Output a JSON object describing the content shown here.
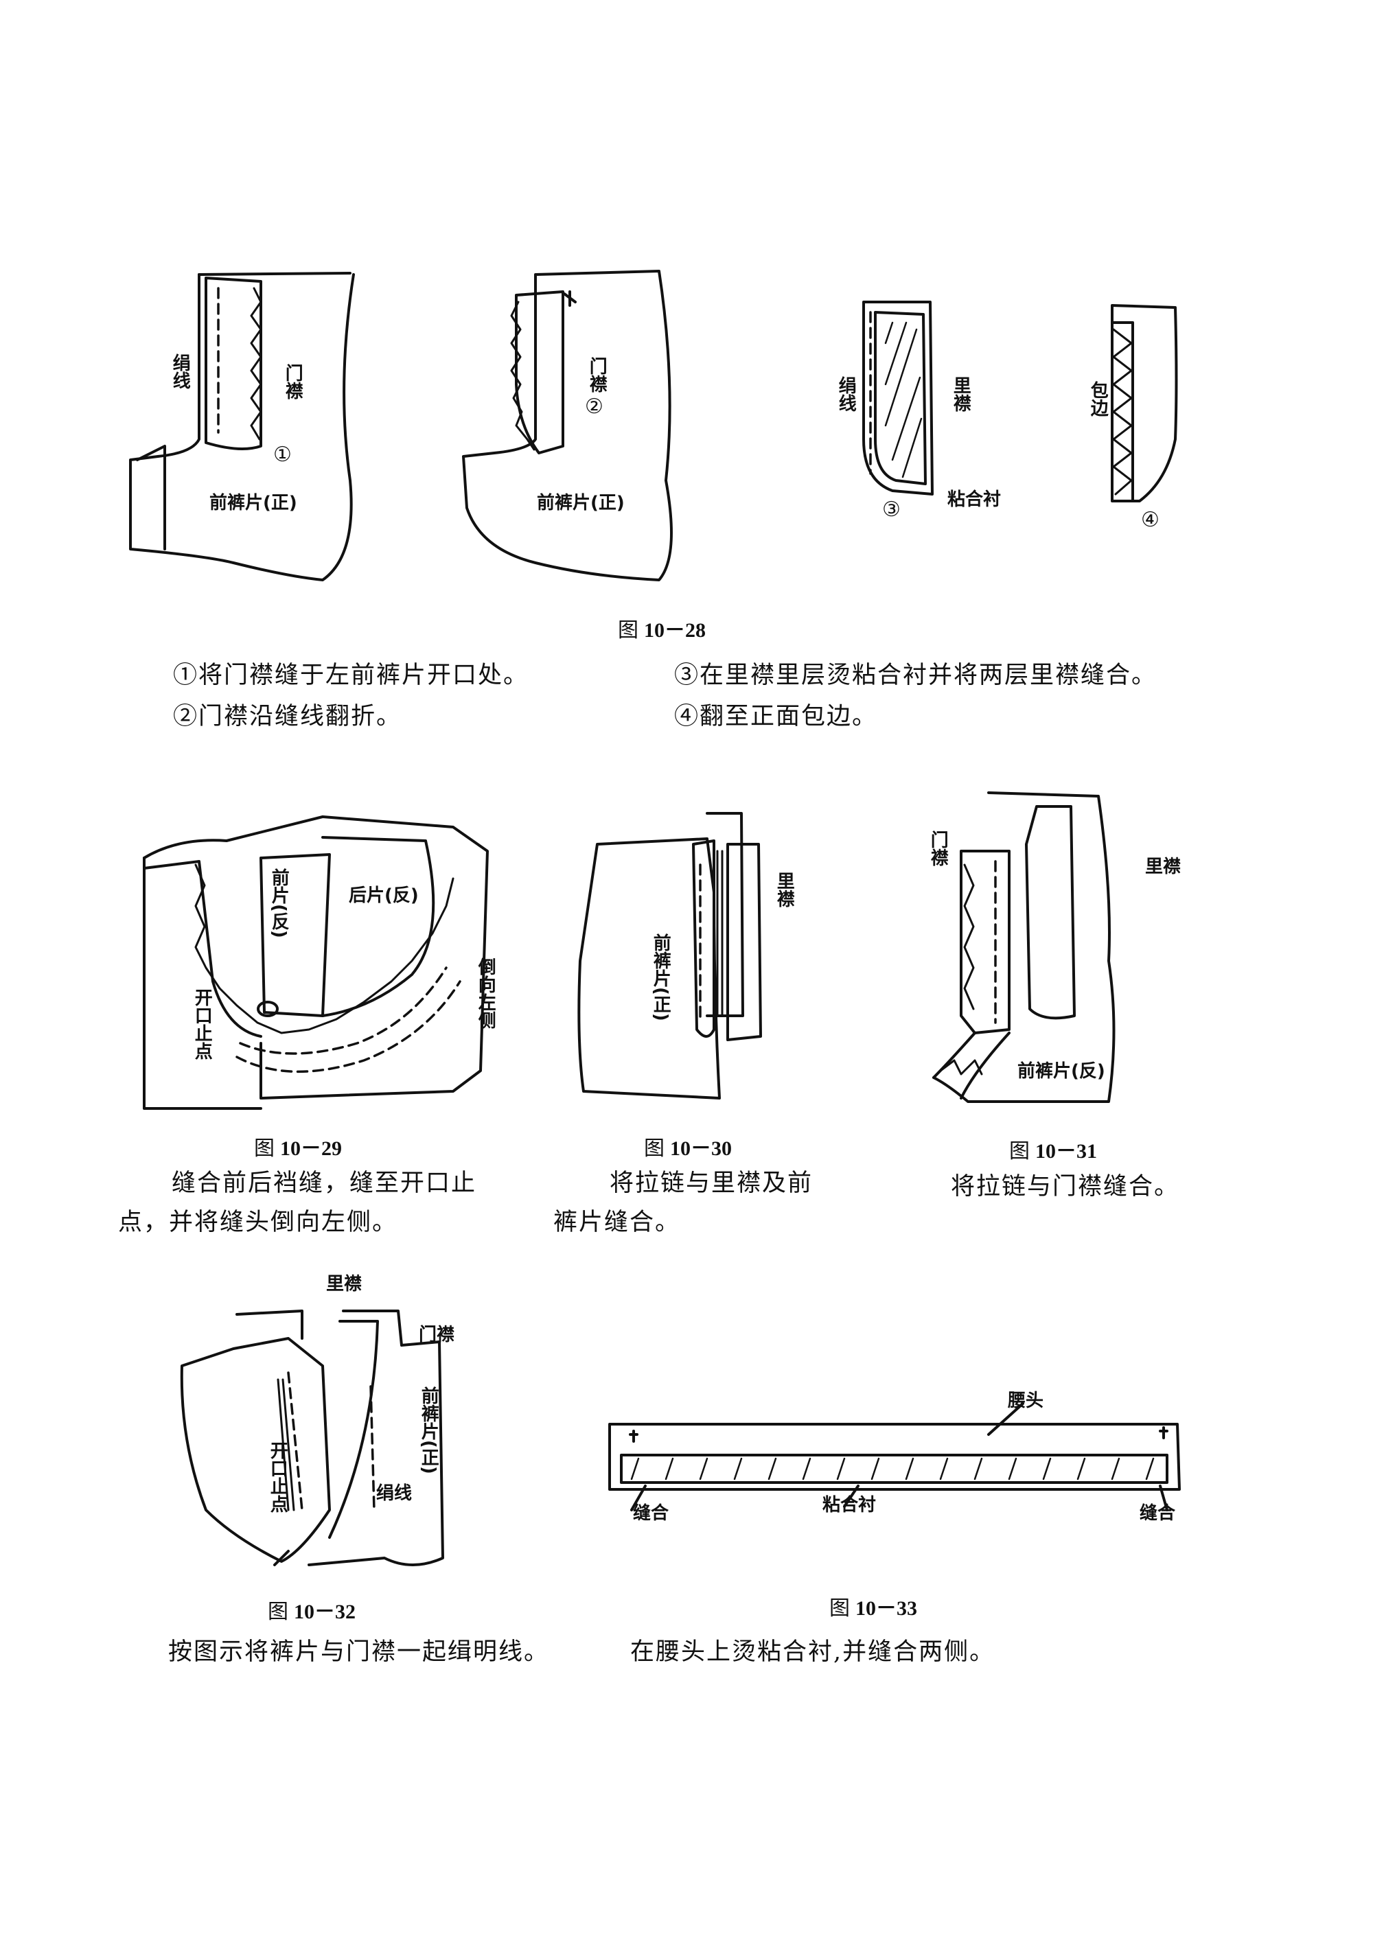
{
  "fig_10_28": {
    "caption_prefix": "图",
    "caption_number": "10－28",
    "panel1": {
      "label_stitch": "绢线",
      "label_fly": "门襟",
      "step": "①",
      "label_piece": "前裤片(正)"
    },
    "panel2": {
      "label_fly": "门襟",
      "step": "②",
      "label_piece": "前裤片(正)"
    },
    "panel3": {
      "label_stitch": "绢线",
      "label_flyshield": "里襟",
      "step": "③",
      "label_interlining": "粘合衬"
    },
    "panel4": {
      "label_binding": "包边",
      "step": "④"
    },
    "notes": [
      "①将门襟缝于左前裤片开口处。",
      "②门襟沿缝线翻折。",
      "③在里襟里层烫粘合衬并将两层里襟缝合。",
      "④翻至正面包边。"
    ]
  },
  "fig_10_29": {
    "caption_prefix": "图",
    "caption_number": "10－29",
    "label_front": "前片(反)",
    "label_back": "后片(反)",
    "label_left": "倒向左侧",
    "label_stop": "开口止点",
    "text_line1": "缝合前后裆缝，缝至开口止",
    "text_line2": "点，并将缝头倒向左侧。"
  },
  "fig_10_30": {
    "caption_prefix": "图",
    "caption_number": "10－30",
    "label_flyshield": "里襟",
    "label_piece": "前裤片(正)",
    "text_line1": "将拉链与里襟及前",
    "text_line2": "裤片缝合。"
  },
  "fig_10_31": {
    "caption_prefix": "图",
    "caption_number": "10－31",
    "label_fly": "门襟",
    "label_flyshield": "里襟",
    "label_piece": "前裤片(反)",
    "text_line1": "将拉链与门襟缝合。"
  },
  "fig_10_32": {
    "caption_prefix": "图",
    "caption_number": "10－32",
    "label_flyshield": "里襟",
    "label_fly": "门襟",
    "label_piece": "前裤片(正)",
    "label_stop": "开口止点",
    "label_stitch": "绢线",
    "text_line1": "按图示将裤片与门襟一起缉明线。"
  },
  "fig_10_33": {
    "caption_prefix": "图",
    "caption_number": "10－33",
    "label_waistband": "腰头",
    "label_sew_left": "缝合",
    "label_interlining": "粘合衬",
    "label_sew_right": "缝合",
    "text_line1": "在腰头上烫粘合衬,并缝合两侧。"
  }
}
